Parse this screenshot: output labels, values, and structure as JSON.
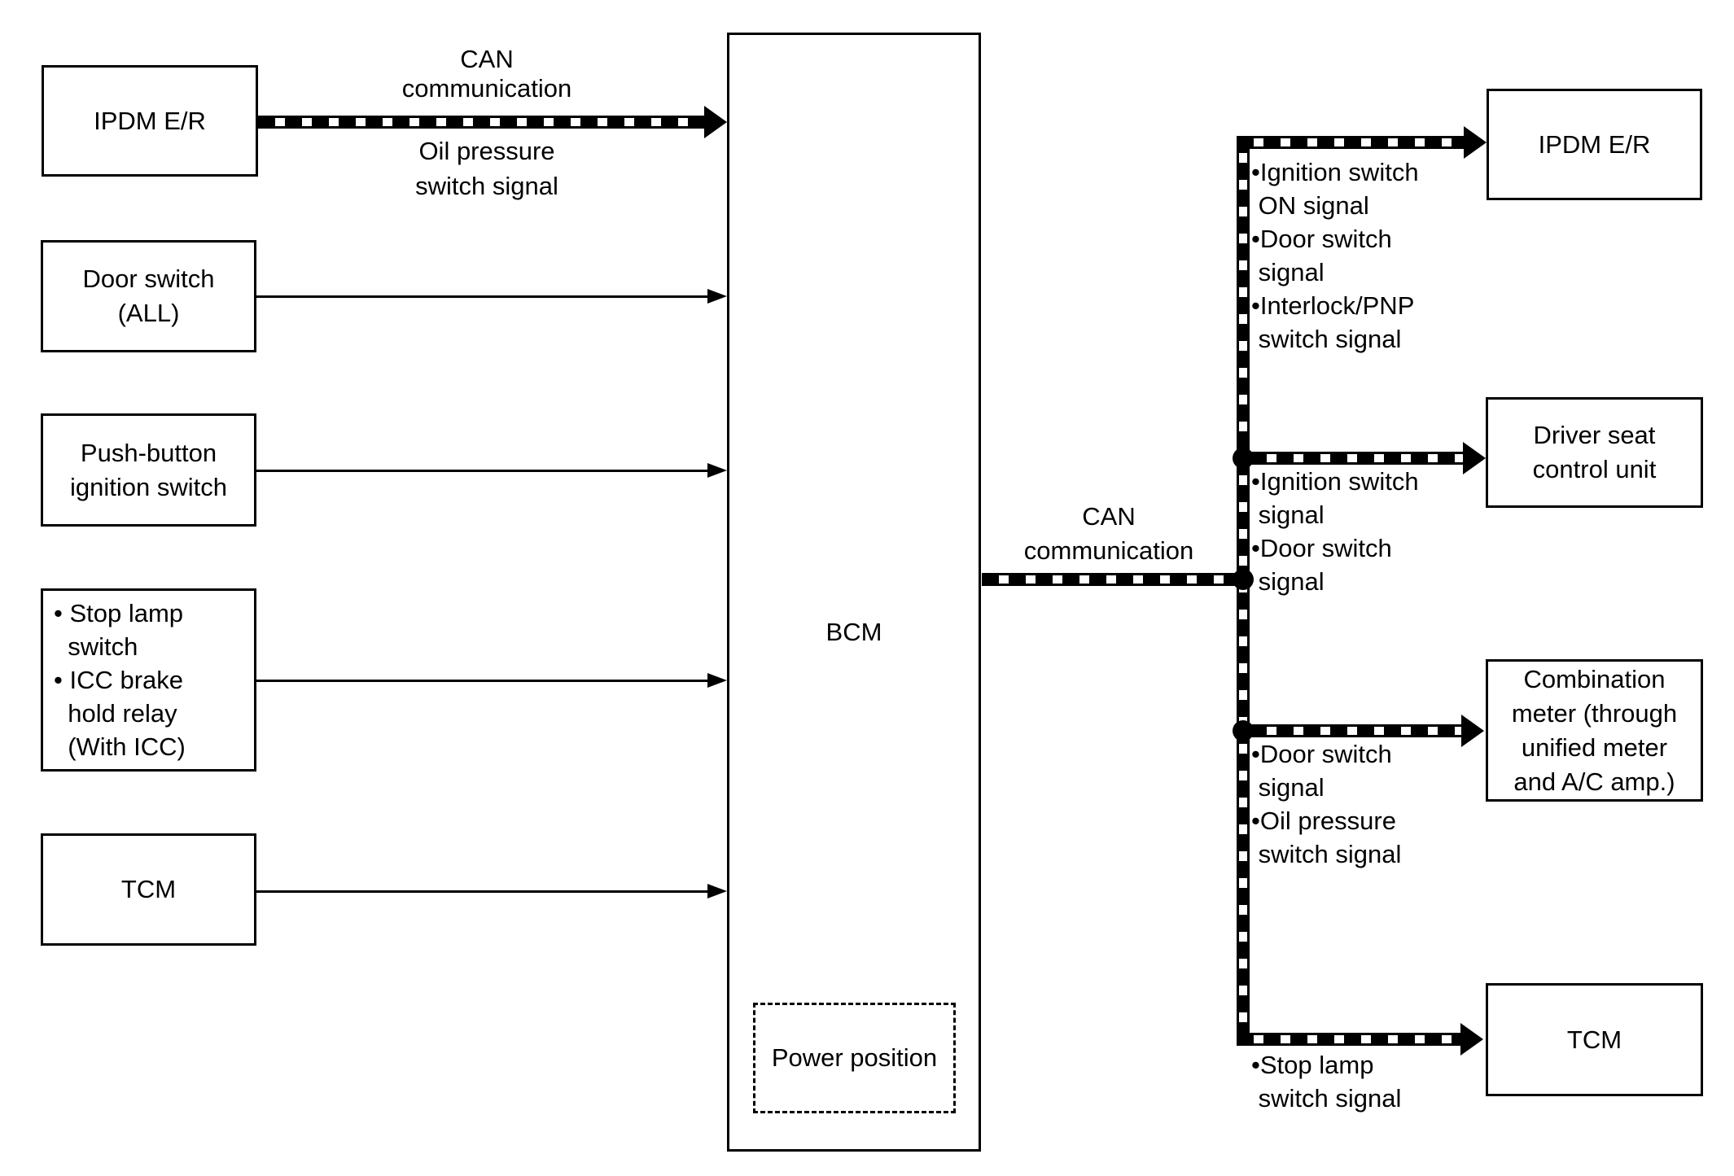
{
  "diagram": {
    "type": "automotive-can-communication-block-diagram",
    "colors": {
      "background": "#ffffff",
      "line": "#000000",
      "text": "#000000"
    }
  },
  "left_column": {
    "ipdm_er": "IPDM E/R",
    "door_switch": "Door switch\n(ALL)",
    "push_button": "Push-button\nignition switch",
    "stop_lamp": "• Stop lamp\n  switch\n• ICC brake\n  hold relay\n  (With ICC)",
    "tcm": "TCM"
  },
  "center": {
    "bcm": "BCM",
    "power_position": "Power position"
  },
  "right_column": {
    "ipdm_er": "IPDM E/R",
    "driver_seat": "Driver seat\ncontrol unit",
    "combination_meter": "Combination\nmeter (through\nunified meter\nand A/C amp.)",
    "tcm": "TCM"
  },
  "labels": {
    "can_left": "CAN\ncommunication",
    "oil_pressure": "Oil pressure\nswitch signal",
    "can_right": "CAN\ncommunication",
    "signals_ipdm": "•Ignition switch\n ON signal\n•Door switch\n signal\n•Interlock/PNP\n switch signal",
    "signals_driver_seat": "•Ignition switch\n signal\n•Door switch\n signal",
    "signals_combination_meter": "•Door switch\n signal\n•Oil pressure\n switch signal",
    "signals_tcm": "•Stop lamp\n switch signal"
  }
}
